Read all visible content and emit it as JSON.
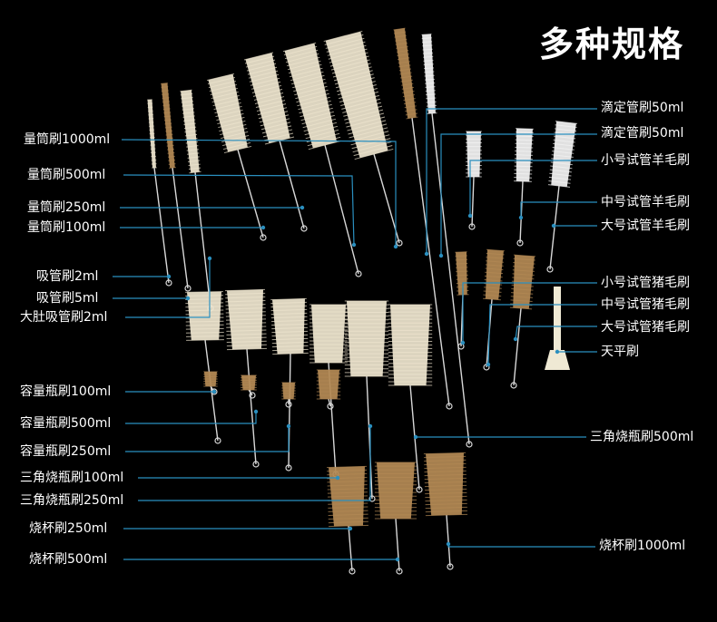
{
  "title": "多种规格",
  "labels_left": [
    "量筒刷1000ml",
    "量筒刷500ml",
    "量筒刷250ml",
    "量筒刷100ml",
    "吸管刷2ml",
    "吸管刷5ml",
    "大肚吸管刷2ml",
    "容量瓶刷100ml",
    "容量瓶刷500ml",
    "容量瓶刷250ml",
    "三角烧瓶刷100ml",
    "三角烧瓶刷250ml",
    "烧杯刷250ml",
    "烧杯刷500ml"
  ],
  "labels_right": [
    "滴定管刷50ml",
    "滴定管刷50ml",
    "小号试管羊毛刷",
    "中号试管羊毛刷",
    "大号试管羊毛刷",
    "小号试管猪毛刷",
    "中号试管猪毛刷",
    "大号试管猪毛刷",
    "天平刷",
    "三角烧瓶刷500ml",
    "烧杯刷1000ml"
  ],
  "colors": {
    "background": "#000000",
    "leader_line": "#2a8fbf",
    "bristle_light": "#efe6cf",
    "bristle_tan": "#b48a55",
    "bristle_white": "#f4f4f4"
  }
}
